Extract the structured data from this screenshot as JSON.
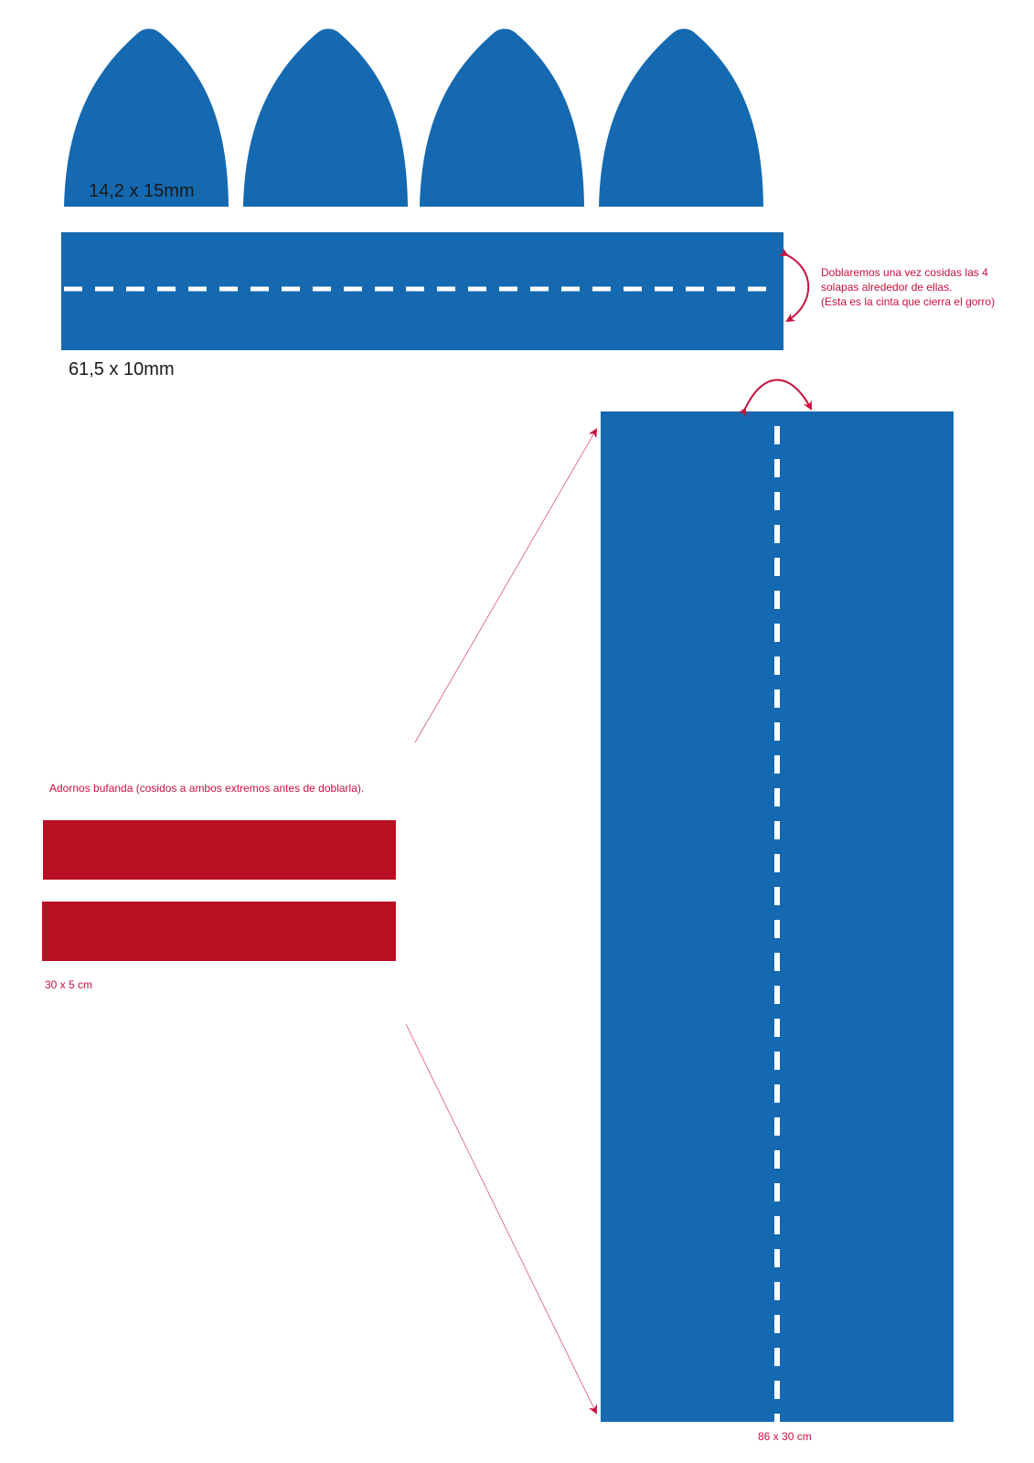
{
  "colors": {
    "fabric_blue": "#1569b0",
    "trim_red": "#b80f22",
    "annotation_red": "#c8103e",
    "dash_white": "#ffffff",
    "text_black": "#1a1a1a"
  },
  "hat": {
    "flap_count": 4,
    "flap_label": "14,2 x 15mm",
    "band_label": "61,5 x 10mm",
    "band_note": {
      "line1": "Doblaremos una vez cosidas las 4",
      "line2": "solapas alrededor de ellas.",
      "line3": "(Esta es la cinta que cierra el gorro)"
    }
  },
  "scarf": {
    "trim_note": "Adornos bufanda (cosidos a ambos extremos antes de doblarla).",
    "trim_count": 2,
    "trim_label": "30 x  5 cm",
    "body_label": "86 x 30 cm"
  },
  "icons": {
    "fold_arrow": "curved-double-arrow-icon",
    "zoom_arrow": "arrow-icon"
  }
}
